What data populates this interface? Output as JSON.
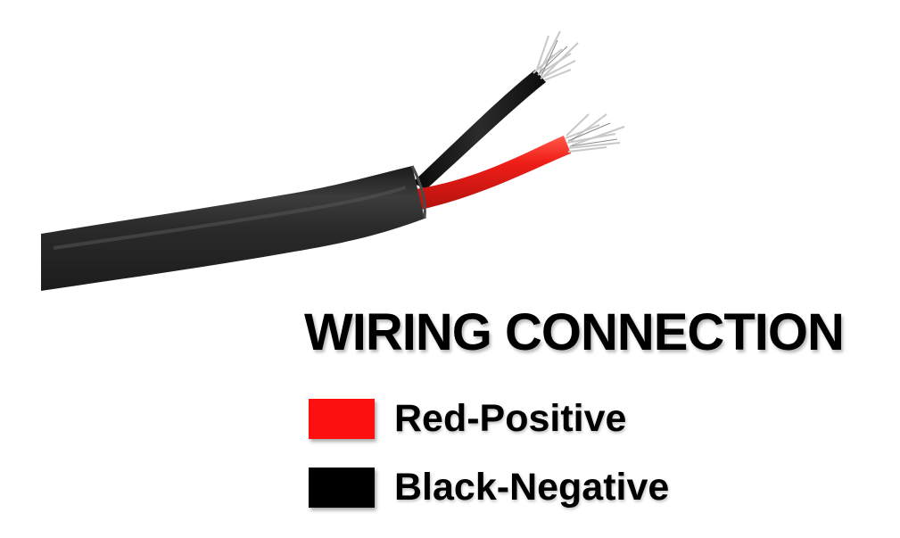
{
  "title": "WIRING CONNECTION",
  "legend": [
    {
      "label": "Red-Positive",
      "color": "#ff1010",
      "wire": "red-positive"
    },
    {
      "label": "Black-Negative",
      "color": "#000000",
      "wire": "black-negative"
    }
  ],
  "colors": {
    "jacket": "#2c2c2c",
    "red_insulation": "#e8221c",
    "black_insulation": "#141414",
    "copper_strands": "#c9c9c9"
  }
}
